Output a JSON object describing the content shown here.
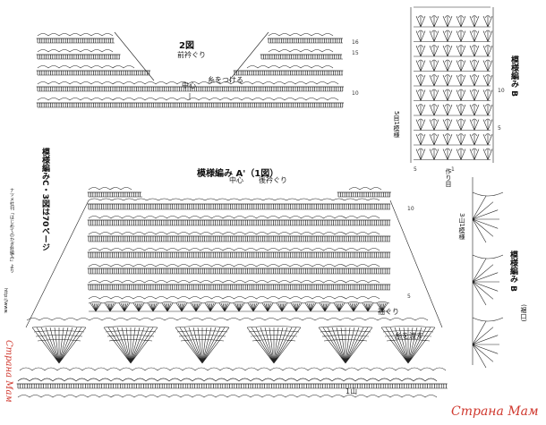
{
  "fig2": {
    "title": "2図",
    "subtitle": "前衿ぐり",
    "center": "中心",
    "join": "糸をつける",
    "rows": [
      "16",
      "15",
      "10"
    ]
  },
  "patternB": {
    "title": "模様編み B",
    "repeat": "5目1模様",
    "start": "作り目",
    "rows": [
      "10",
      "5"
    ],
    "cols": [
      "5",
      "1"
    ]
  },
  "sideNote": {
    "title": "模様編みC・3図は70ページ",
    "credit": "ナツメ社刊「はじめてのかぎ針編み」より",
    "url": "http://www.",
    "watermark": "Страна Мам"
  },
  "figA": {
    "title": "模様編み A'（1図）",
    "center": "中心",
    "neck": "後衿ぐり",
    "sleeve": "袖ぐり",
    "join": "糸を渡す",
    "repeat": "1山",
    "rows": [
      "10",
      "5"
    ]
  },
  "patternBEdge": {
    "title": "模様編み B",
    "sub": "(裾口)",
    "repeat": "3山1模様"
  },
  "watermark": {
    "text": "Страна Мам"
  },
  "colors": {
    "ink": "#222222",
    "watermark": "#d0392f",
    "background": "#ffffff"
  }
}
